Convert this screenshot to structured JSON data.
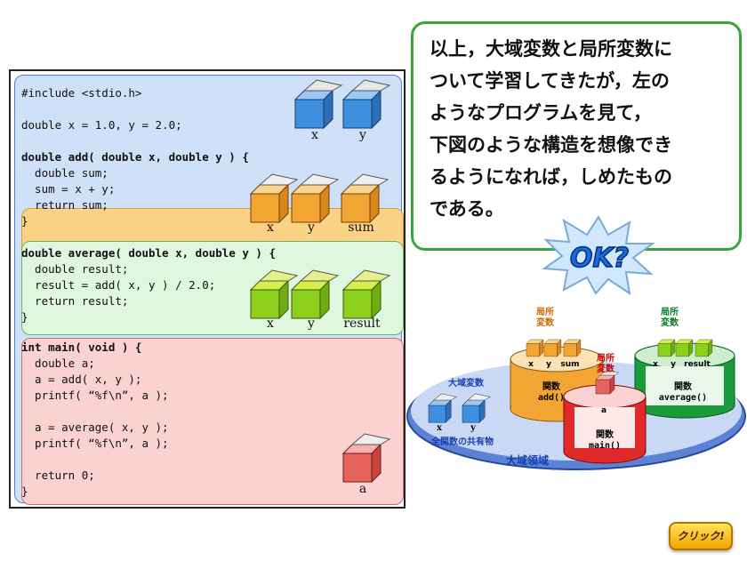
{
  "code": {
    "include": "#include <stdio.h>",
    "globals": "double x = 1.0, y = 2.0;",
    "add": {
      "line1": "double add( double x, double y ) {",
      "line2": "  double sum;",
      "line3": "  sum = x + y;",
      "line4": "  return sum;",
      "line5": "}"
    },
    "average": {
      "line1": "double average( double x, double y ) {",
      "line2": "  double result;",
      "line3": "  result = add( x, y ) / 2.0;",
      "line4": "  return result;",
      "line5": "}"
    },
    "main": {
      "line1": "int main( void ) {",
      "line2": "  double a;",
      "line3": "  a = add( x, y );",
      "line4": "  printf( “%f\\n”, a );",
      "line5": "",
      "line6": "  a = average( x, y );",
      "line7": "  printf( “%f\\n”, a );",
      "line8": "",
      "line9": "  return 0;",
      "line10": "}"
    }
  },
  "cube_labels": {
    "global_x": "x",
    "global_y": "y",
    "add_x": "x",
    "add_y": "y",
    "add_sum": "sum",
    "avg_x": "x",
    "avg_y": "y",
    "avg_result": "result",
    "main_a": "a"
  },
  "bubble": {
    "line1": "以上，大域変数と局所変数に",
    "line2": "ついて学習してきたが，左の",
    "line3": "ようなプログラムを見て，",
    "line4": "下図のような構造を想像でき",
    "line5": "るようになれば，しめたもの",
    "line6": "である。"
  },
  "ok_badge": "OK?",
  "diagram": {
    "global_vars": "大域変数",
    "global_x": "x",
    "global_y": "y",
    "shared": "全関数の共有物",
    "global_area": "大域領域",
    "local_vars_1": "局所\n変数",
    "local_vars_2": "局所\n変数",
    "local_vars_3": "局所\n変数",
    "add_func": "関数\nadd()",
    "main_func": "関数\nmain()",
    "avg_func": "関数\naverage()",
    "add_x": "x",
    "add_y": "y",
    "add_sum": "sum",
    "avg_x": "x",
    "avg_y": "y",
    "avg_result": "result",
    "main_a": "a"
  },
  "click_button": "クリック!",
  "colors": {
    "blue_cube": "#3f8fe0",
    "orange_cube": "#f2a532",
    "green_cube": "#8ccf1c",
    "red_cube": "#e8625c"
  }
}
